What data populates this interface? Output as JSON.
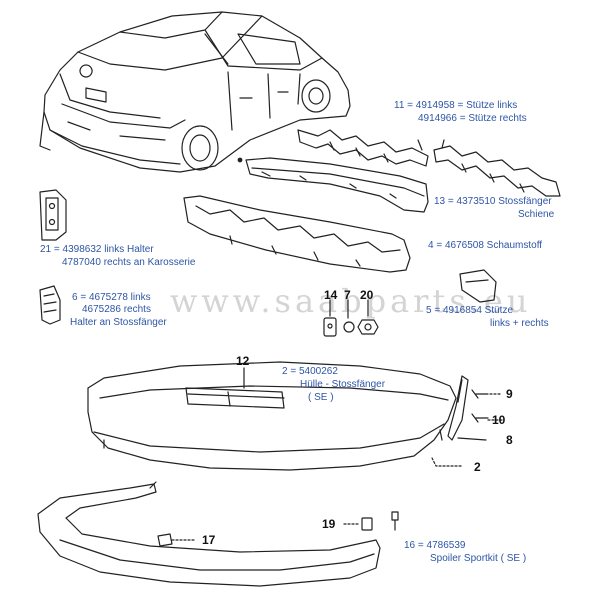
{
  "watermark": "www.saabparts.eu",
  "colors": {
    "label_text": "#2e55a6",
    "callout_numbers": "#111111",
    "line_art": "#222222",
    "watermark": "#c6c6c6"
  },
  "labels": {
    "p11_line1": "11 = 4914958 = Stütze links",
    "p11_line2": "4914966 = Stütze rechts",
    "p13_line1": "13 = 4373510 Stossfänger",
    "p13_line2": "Schiene",
    "p4": "4 = 4676508  Schaumstoff",
    "p21_line1": "21 = 4398632  links     Halter",
    "p21_line2": "4787040 rechts   an  Karosserie",
    "p6_line1": "6 = 4675278  links",
    "p6_line2": "4675286 rechts",
    "p6_line3": "Halter an Stossfänger",
    "p5_line1": "5 = 4916854  Stütze",
    "p5_line2": "links + rechts",
    "p2_line1": "2  =  5400262",
    "p2_line2": "Hülle - Stossfänger",
    "p2_line3": "( SE )",
    "p16_line1": "16 = 4786539",
    "p16_line2": "Spoiler Sportkit ( SE )"
  },
  "callouts": {
    "c14": "14",
    "c7": "7",
    "c20": "20",
    "c12": "12",
    "c9": "9",
    "c10": "10",
    "c8": "8",
    "c2": "2",
    "c17": "17",
    "c19": "19"
  }
}
